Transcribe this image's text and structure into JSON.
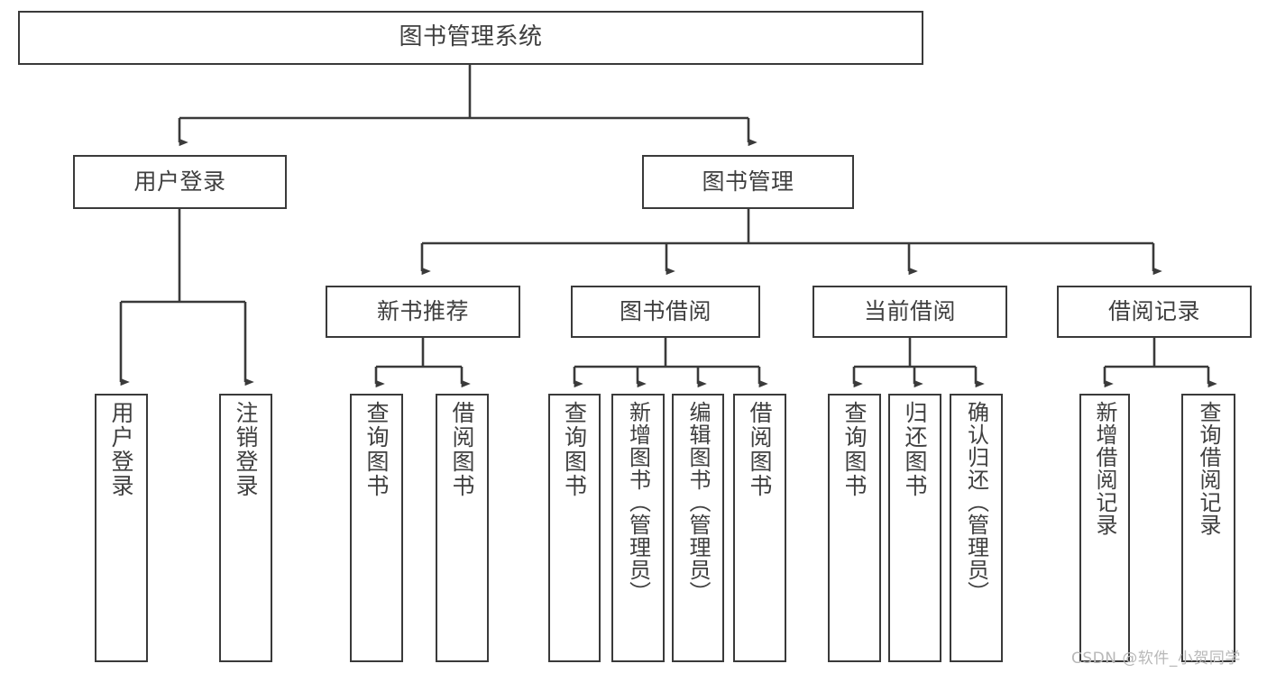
{
  "diagram": {
    "title": "图书管理系统",
    "type": "tree-hierarchy",
    "root": {
      "label": "图书管理系统"
    },
    "level2": [
      {
        "label": "用户登录"
      },
      {
        "label": "图书管理"
      }
    ],
    "level3": [
      {
        "label": "新书推荐"
      },
      {
        "label": "图书借阅"
      },
      {
        "label": "当前借阅"
      },
      {
        "label": "借阅记录"
      }
    ],
    "leaves": [
      {
        "label": "用户登录",
        "parent": "用户登录"
      },
      {
        "label": "注销登录",
        "parent": "用户登录"
      },
      {
        "label": "查询图书",
        "parent": "新书推荐"
      },
      {
        "label": "借阅图书",
        "parent": "新书推荐"
      },
      {
        "label": "查询图书",
        "parent": "图书借阅"
      },
      {
        "label": "新增图书（管理员）",
        "parent": "图书借阅"
      },
      {
        "label": "编辑图书（管理员）",
        "parent": "图书借阅"
      },
      {
        "label": "借阅图书",
        "parent": "图书借阅"
      },
      {
        "label": "查询图书",
        "parent": "当前借阅"
      },
      {
        "label": "归还图书",
        "parent": "当前借阅"
      },
      {
        "label": "确认归还（管理员）",
        "parent": "当前借阅"
      },
      {
        "label": "新增借阅记录",
        "parent": "借阅记录"
      },
      {
        "label": "查询借阅记录",
        "parent": "借阅记录"
      }
    ]
  },
  "watermark": {
    "text": "CSDN @软件_小贺同学"
  },
  "colors": {
    "stroke": "#3a3a3a",
    "text": "#3f3f3f",
    "background": "#ffffff",
    "watermark": "#b8b8b8"
  }
}
